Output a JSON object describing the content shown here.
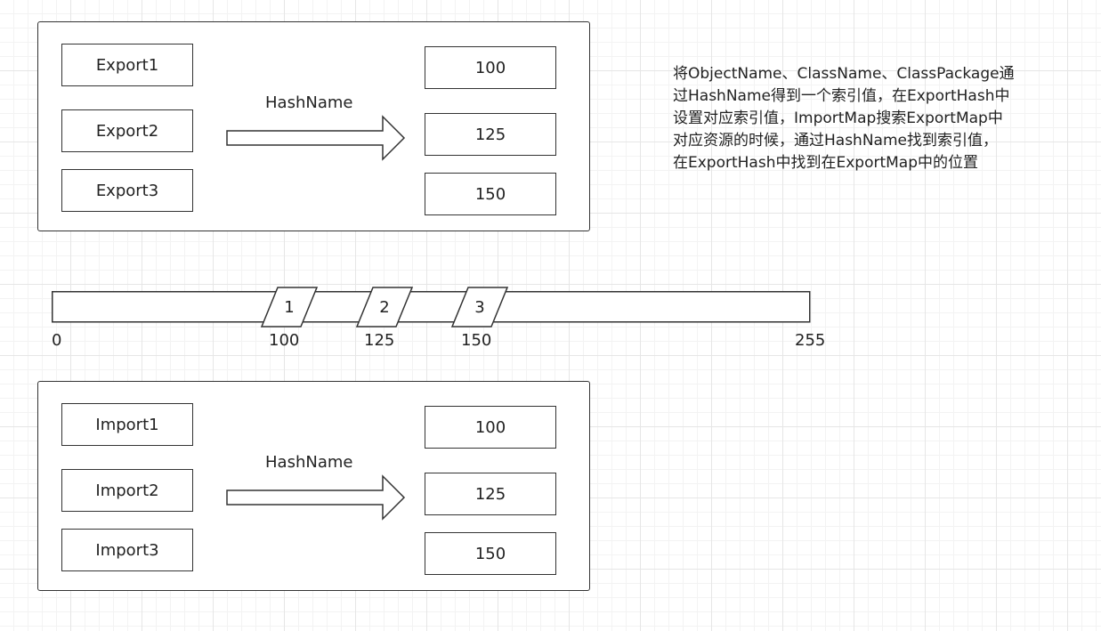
{
  "export_panel": {
    "items": [
      "Export1",
      "Export2",
      "Export3"
    ],
    "hash_label": "HashName",
    "values": [
      "100",
      "125",
      "150"
    ]
  },
  "import_panel": {
    "items": [
      "Import1",
      "Import2",
      "Import3"
    ],
    "hash_label": "HashName",
    "values": [
      "100",
      "125",
      "150"
    ]
  },
  "note": {
    "lines": [
      "将ObjectName、ClassName、ClassPackage通",
      "过HashName得到一个索引值，在ExportHash中",
      "设置对应索引值，ImportMap搜索ExportMap中",
      "对应资源的时候，通过HashName找到索引值，",
      "在ExportHash中找到在ExportMap中的位置"
    ]
  },
  "hash_bar": {
    "min": 0,
    "max": 255,
    "slots": [
      {
        "label": "1",
        "position": 100
      },
      {
        "label": "2",
        "position": 125
      },
      {
        "label": "3",
        "position": 150
      }
    ],
    "tick_labels": [
      "0",
      "100",
      "125",
      "150",
      "255"
    ]
  }
}
